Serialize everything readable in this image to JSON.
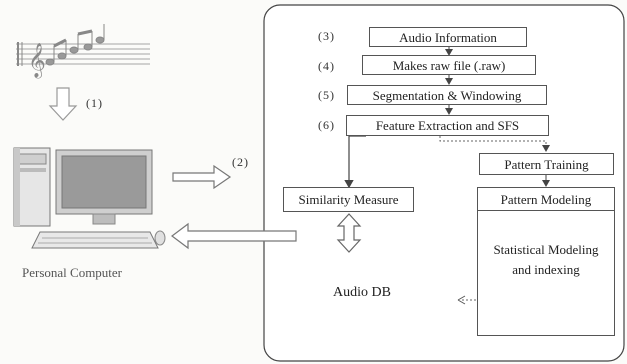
{
  "steps": {
    "s1": "(1)",
    "s2": "(2)",
    "s3": "(3)",
    "s4": "(4)",
    "s5": "(5)",
    "s6": "(6)"
  },
  "boxes": {
    "audio_information": "Audio Information",
    "makes_raw_file": "Makes raw file (.raw)",
    "segmentation_windowing": "Segmentation & Windowing",
    "feature_extraction": "Feature Extraction and SFS",
    "pattern_training": "Pattern Training",
    "similarity_measure": "Similarity Measure",
    "pattern_modeling": "Pattern Modeling",
    "statistical_modeling_line1": "Statistical Modeling",
    "statistical_modeling_line2": "and indexing"
  },
  "labels": {
    "personal_computer": "Personal Computer",
    "audio_db": "Audio DB"
  },
  "icons": {
    "music": "music-notes-icon",
    "computer": "personal-computer-icon"
  }
}
